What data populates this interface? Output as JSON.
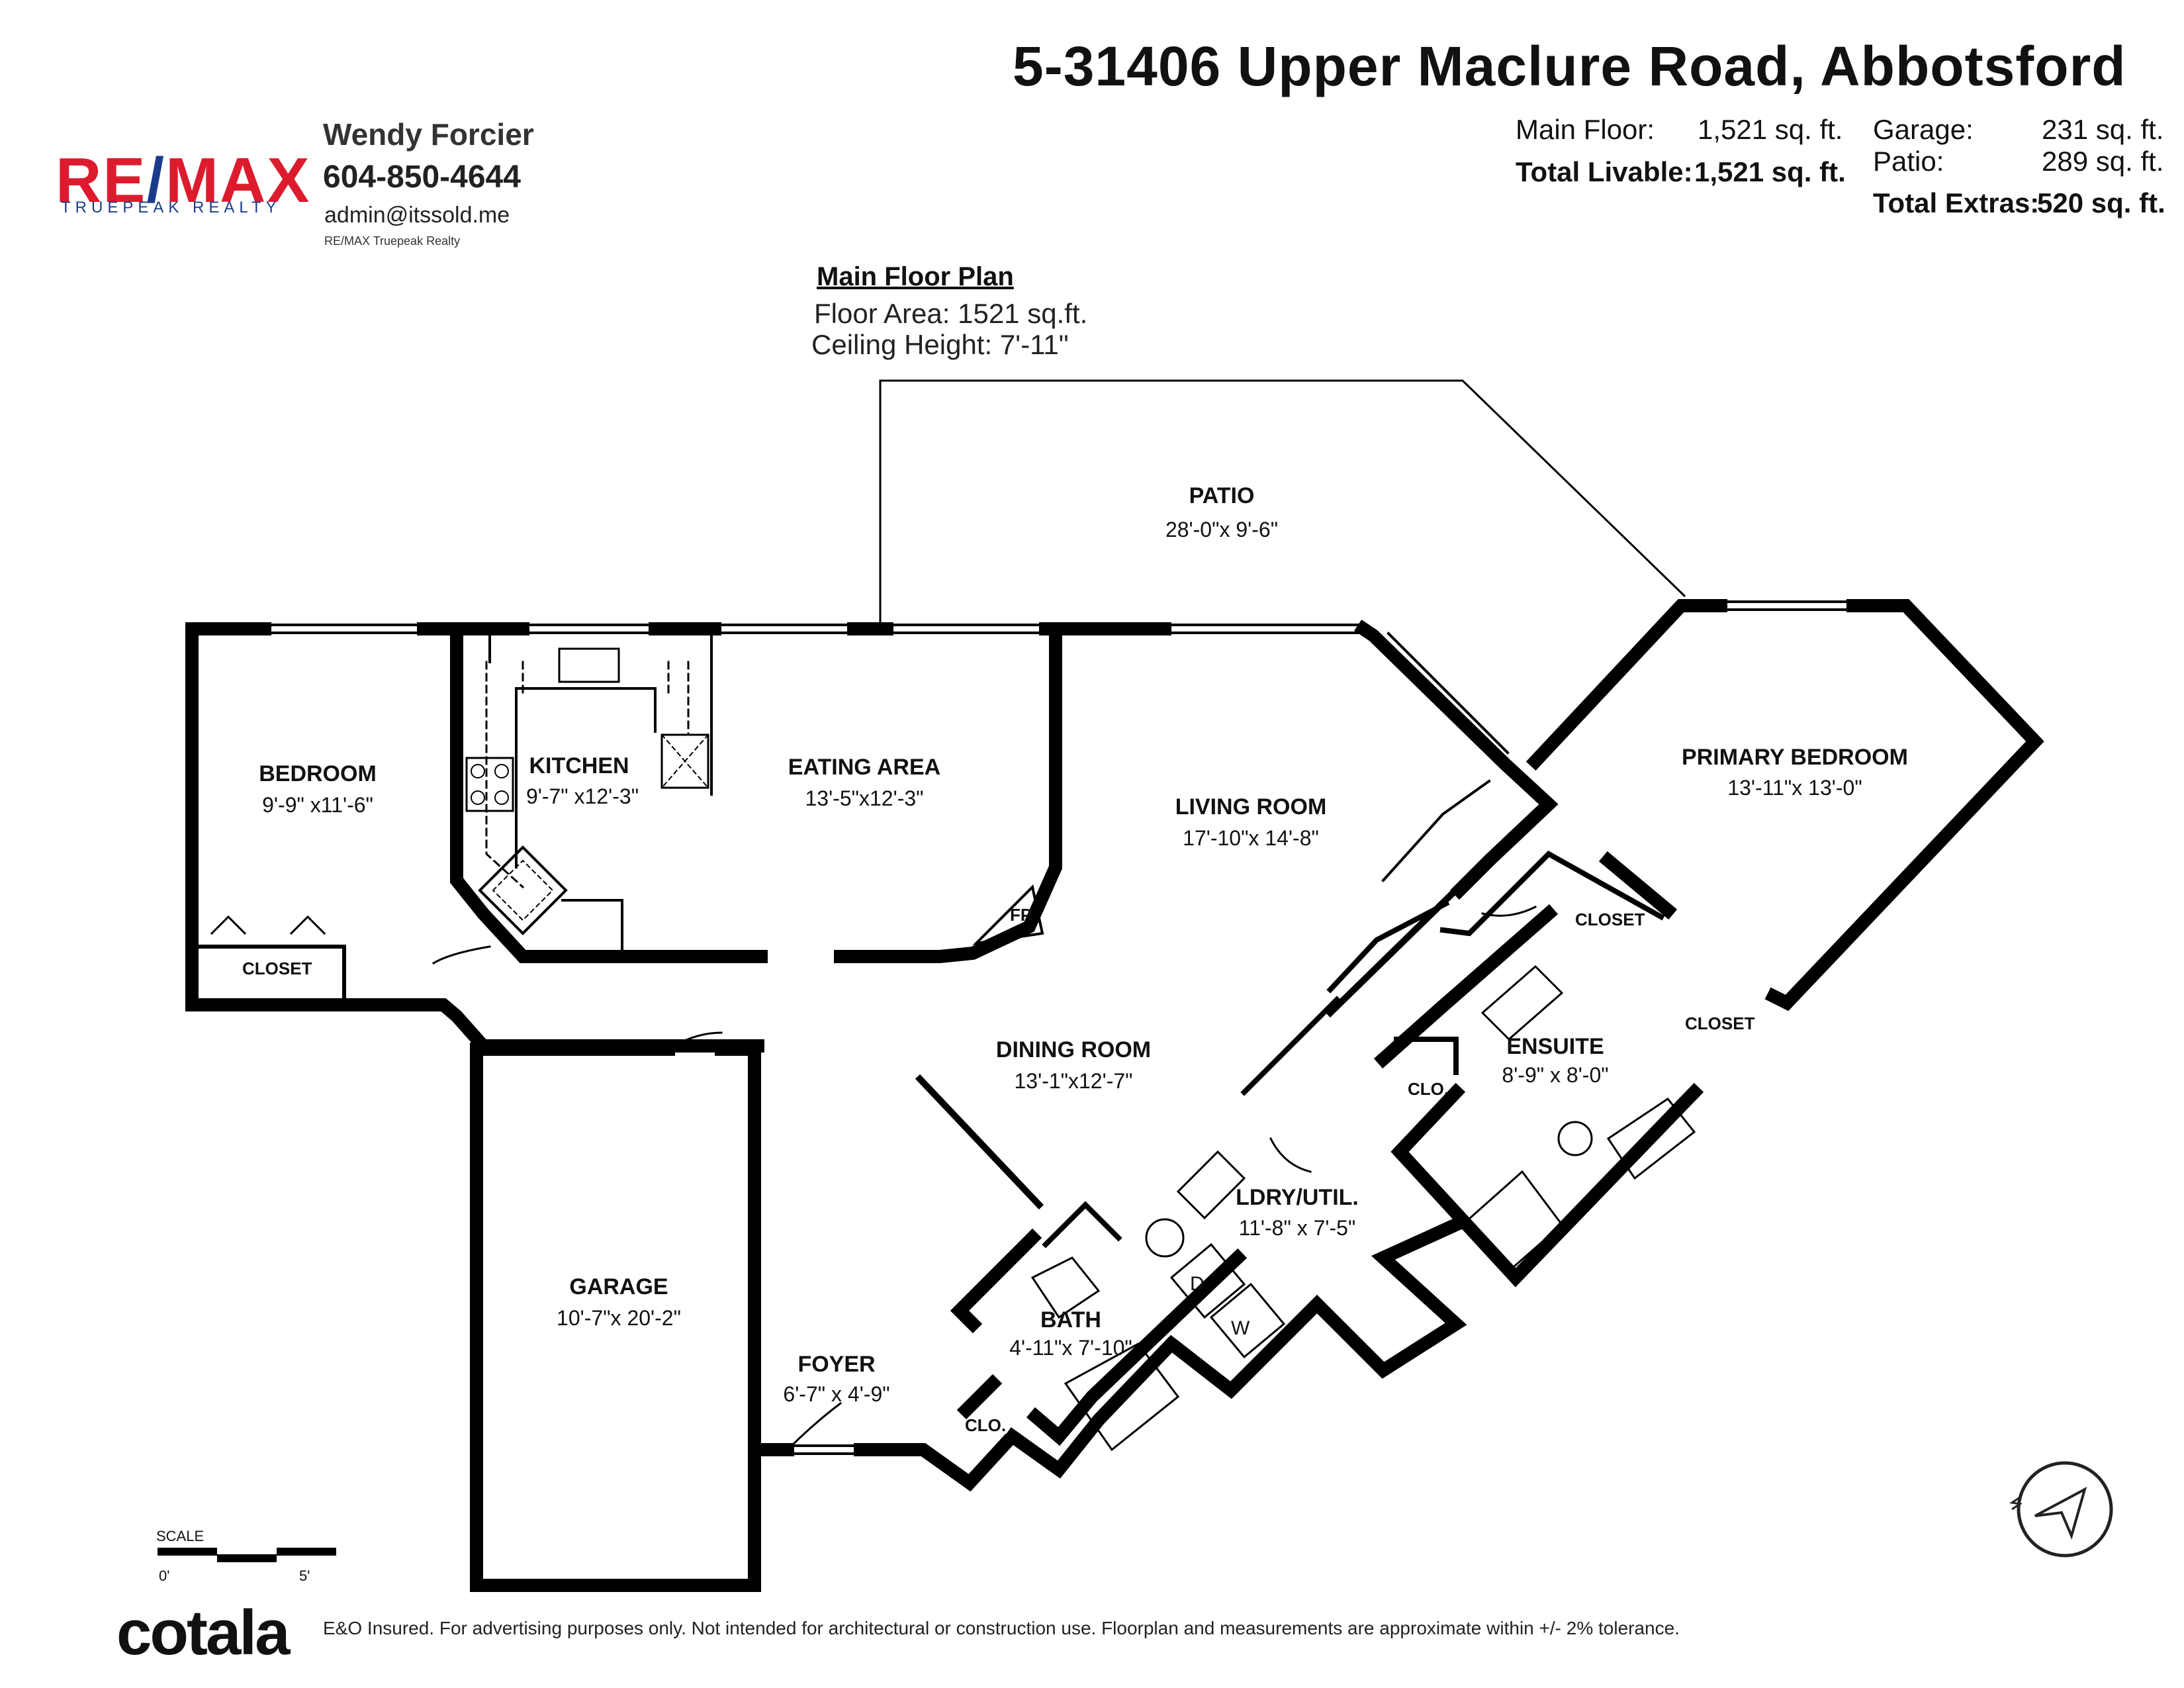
{
  "header": {
    "address": "5-31406 Upper Maclure Road, Abbotsford",
    "main_floor_label": "Main Floor:",
    "main_floor_value": "1,521 sq. ft.",
    "total_livable_label": "Total Livable:",
    "total_livable_value": "1,521 sq. ft.",
    "garage_label": "Garage:",
    "garage_value": "231 sq. ft.",
    "patio_label": "Patio:",
    "patio_value": "289 sq. ft.",
    "total_extras_label": "Total Extras:",
    "total_extras_value": "520 sq. ft."
  },
  "agent": {
    "logo_text": "RE/MAX",
    "logo_sub": "TRUEPEAK REALTY",
    "name": "Wendy Forcier",
    "phone": "604-850-4644",
    "email": "admin@itssold.me",
    "brokerage": "RE/MAX Truepeak Realty"
  },
  "plan": {
    "title": "Main Floor Plan",
    "floor_area": "Floor Area: 1521 sq.ft.",
    "ceiling_height": "Ceiling Height: 7'-11\""
  },
  "rooms": {
    "patio": {
      "name": "PATIO",
      "dim": "28'-0\"x 9'-6\""
    },
    "bedroom": {
      "name": "BEDROOM",
      "dim": "9'-9\" x11'-6\""
    },
    "kitchen": {
      "name": "KITCHEN",
      "dim": "9'-7\" x12'-3\""
    },
    "eating": {
      "name": "EATING AREA",
      "dim": "13'-5\"x12'-3\""
    },
    "living": {
      "name": "LIVING ROOM",
      "dim": "17'-10\"x 14'-8\""
    },
    "primary": {
      "name": "PRIMARY BEDROOM",
      "dim": "13'-11\"x 13'-0\""
    },
    "dining": {
      "name": "DINING ROOM",
      "dim": "13'-1\"x12'-7\""
    },
    "ensuite": {
      "name": "ENSUITE",
      "dim": "8'-9\" x 8'-0\""
    },
    "laundry": {
      "name": "LDRY/UTIL.",
      "dim": "11'-8\" x 7'-5\""
    },
    "bath": {
      "name": "BATH",
      "dim": "4'-11\"x 7'-10\""
    },
    "garage": {
      "name": "GARAGE",
      "dim": "10'-7\"x 20'-2\""
    },
    "foyer": {
      "name": "FOYER",
      "dim": "6'-7\" x 4'-9\""
    }
  },
  "small_labels": {
    "closet_bedroom": "CLOSET",
    "closet_ensuite": "CLOSET",
    "closet_primary": "CLOSET",
    "clo_dining": "CLO.",
    "clo_foyer": "CLO.",
    "fireplace": "FP",
    "dryer": "D",
    "washer": "W"
  },
  "scale": {
    "label": "SCALE",
    "start": "0'",
    "end": "5'"
  },
  "footer": {
    "brand": "cotala",
    "disclaimer": "E&O Insured. For advertising purposes only. Not intended for architectural or construction use. Floorplan and measurements are approximate within +/- 2% tolerance."
  }
}
